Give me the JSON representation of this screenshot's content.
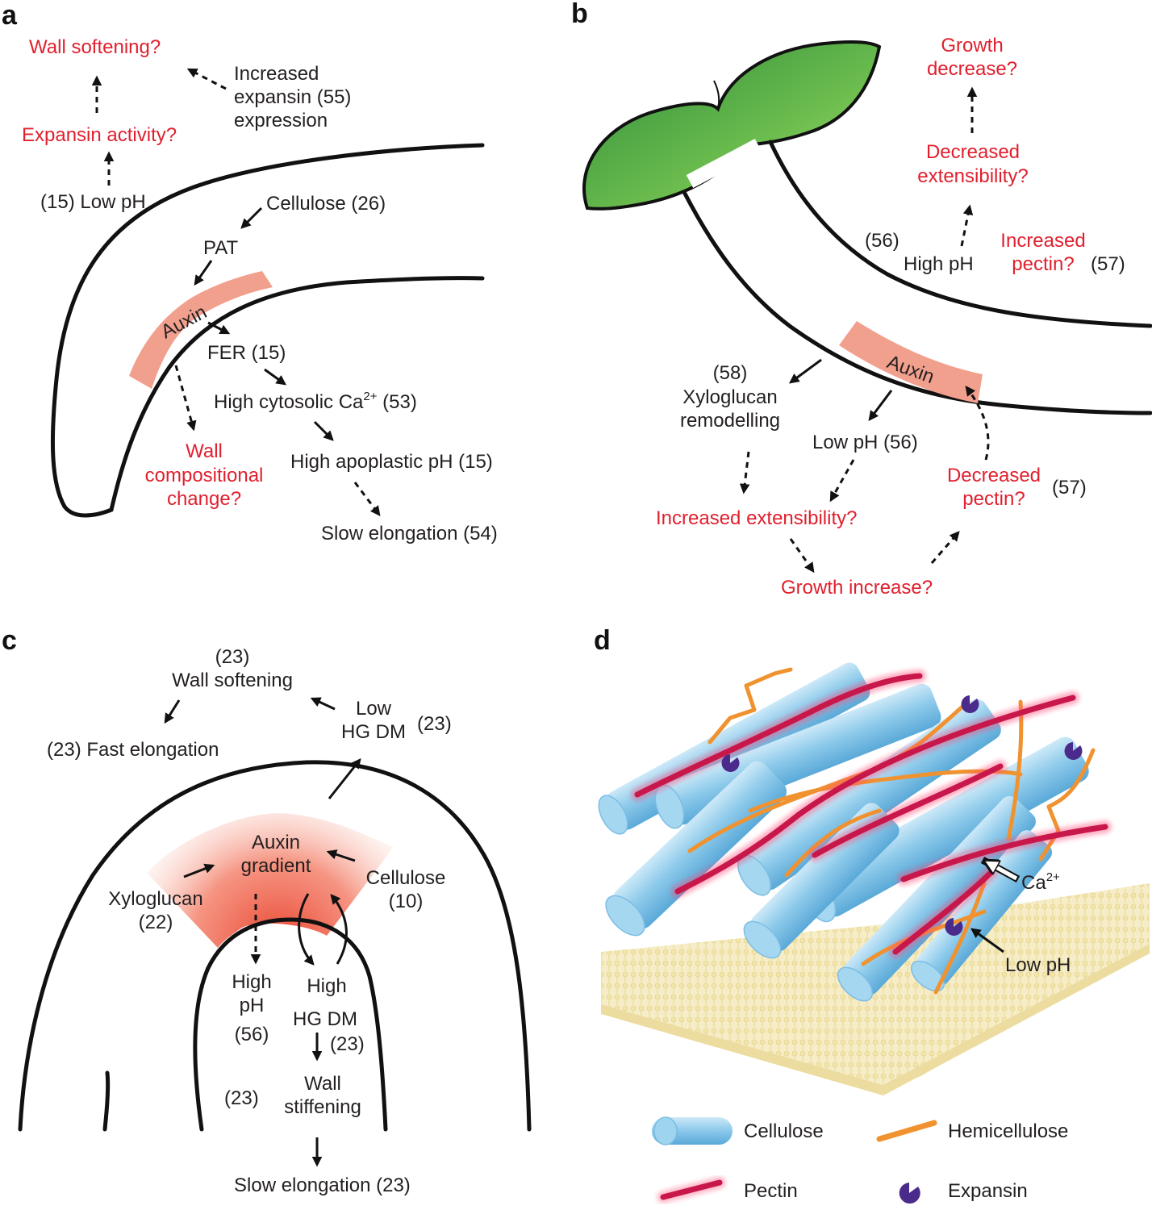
{
  "panels": {
    "a": {
      "letter": "a",
      "wall_softening": "Wall softening?",
      "expansin_activity": "Expansin activity?",
      "increased_expansin": [
        "Increased",
        "expansin (55)",
        "expression"
      ],
      "low_ph": "(15) Low pH",
      "cellulose": "Cellulose (26)",
      "pat": "PAT",
      "auxin": "Auxin",
      "fer": "FER (15)",
      "high_cytosolic_ca": "High cytosolic Ca",
      "ca_superscript": "2+",
      "ca_ref": " (53)",
      "wall_compositional": [
        "Wall",
        "compositional",
        "change?"
      ],
      "high_apoplastic_ph": "High apoplastic pH (15)",
      "slow_elongation": "Slow elongation (54)"
    },
    "b": {
      "letter": "b",
      "growth_decrease": [
        "Growth",
        "decrease?"
      ],
      "decreased_extensibility": [
        "Decreased",
        "extensibility?"
      ],
      "ref_56": "(56)",
      "high_ph": "High pH",
      "increased_pectin": [
        "Increased",
        "pectin?"
      ],
      "ref_57_top": "(57)",
      "auxin": "Auxin",
      "ref_58": "(58)",
      "xyloglucan": [
        "Xyloglucan",
        "remodelling"
      ],
      "low_ph": "Low pH (56)",
      "decreased_pectin": [
        "Decreased",
        "pectin?"
      ],
      "ref_57_bottom": "(57)",
      "increased_extensibility": "Increased extensibility?",
      "growth_increase": "Growth increase?"
    },
    "c": {
      "letter": "c",
      "ref_23_top": "(23)",
      "wall_softening": "Wall softening",
      "fast_elongation": "(23) Fast elongation",
      "low_hgdm": [
        "Low",
        "HG DM"
      ],
      "ref_23_low": "(23)",
      "auxin_gradient": [
        "Auxin",
        "gradient"
      ],
      "xyloglucan": [
        "Xyloglucan",
        "(22)"
      ],
      "cellulose": [
        "Cellulose",
        "(10)"
      ],
      "high_ph": [
        "High",
        "pH",
        "(56)"
      ],
      "high_hgdm": [
        "High",
        "HG DM"
      ],
      "ref_23_hg": "(23)",
      "wall_stiffening": [
        "Wall",
        "stiffening"
      ],
      "ref_23_side": "(23)",
      "slow_elongation": "Slow elongation (23)"
    },
    "d": {
      "letter": "d",
      "ca_label": "Ca",
      "ca_superscript": "2+",
      "low_ph": "Low pH",
      "legend": {
        "cellulose": "Cellulose",
        "hemicellulose": "Hemicellulose",
        "pectin": "Pectin",
        "expansin": "Expansin"
      }
    }
  },
  "colors": {
    "red_text": "#e0202e",
    "auxin_band": "#f2a08e",
    "cellulose": "#8ec9ea",
    "hemicellulose": "#f0922f",
    "pectin": "#c8174a",
    "expansin": "#4a2a8a",
    "leaf_green": "#5db54a",
    "membrane": "#efe2a6"
  },
  "icons": [
    "arrow-solid-icon",
    "arrow-dashed-icon",
    "cellulose-cylinder-icon",
    "hemicellulose-strand-icon",
    "pectin-strand-icon",
    "expansin-icon"
  ]
}
